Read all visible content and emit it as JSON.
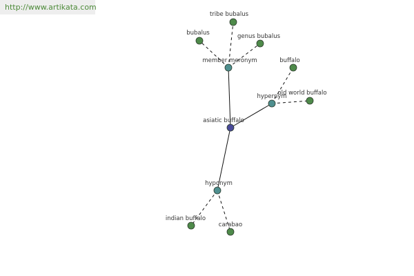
{
  "site": {
    "url_text": "http://www.artikata.com"
  },
  "colors": {
    "root": "#4a4a9a",
    "relation": "#4f8f8f",
    "leaf": "#4e8a4a"
  },
  "graph": {
    "nodes": [
      {
        "id": "asiatic_buffalo",
        "label": "asiatic buffalo",
        "kind": "root"
      },
      {
        "id": "member_meronym",
        "label": "member meronym",
        "kind": "relation"
      },
      {
        "id": "hypernym",
        "label": "hypernym",
        "kind": "relation"
      },
      {
        "id": "hyponym",
        "label": "hyponym",
        "kind": "relation"
      },
      {
        "id": "tribe_bubalus",
        "label": "tribe bubalus",
        "kind": "leaf"
      },
      {
        "id": "bubalus",
        "label": "bubalus",
        "kind": "leaf"
      },
      {
        "id": "genus_bubalus",
        "label": "genus bubalus",
        "kind": "leaf"
      },
      {
        "id": "buffalo",
        "label": "buffalo",
        "kind": "leaf"
      },
      {
        "id": "old_world_buffalo",
        "label": "old world buffalo",
        "kind": "leaf"
      },
      {
        "id": "indian_buffalo",
        "label": "indian buffalo",
        "kind": "leaf"
      },
      {
        "id": "carabao",
        "label": "carabao",
        "kind": "leaf"
      }
    ],
    "edges": [
      {
        "from": "asiatic_buffalo",
        "to": "member_meronym",
        "style": "solid"
      },
      {
        "from": "asiatic_buffalo",
        "to": "hypernym",
        "style": "solid"
      },
      {
        "from": "asiatic_buffalo",
        "to": "hyponym",
        "style": "solid"
      },
      {
        "from": "member_meronym",
        "to": "tribe_bubalus",
        "style": "dashed"
      },
      {
        "from": "member_meronym",
        "to": "bubalus",
        "style": "dashed"
      },
      {
        "from": "member_meronym",
        "to": "genus_bubalus",
        "style": "dashed"
      },
      {
        "from": "hypernym",
        "to": "buffalo",
        "style": "dashed"
      },
      {
        "from": "hypernym",
        "to": "old_world_buffalo",
        "style": "dashed"
      },
      {
        "from": "hyponym",
        "to": "indian_buffalo",
        "style": "dashed"
      },
      {
        "from": "hyponym",
        "to": "carabao",
        "style": "dashed"
      }
    ]
  }
}
